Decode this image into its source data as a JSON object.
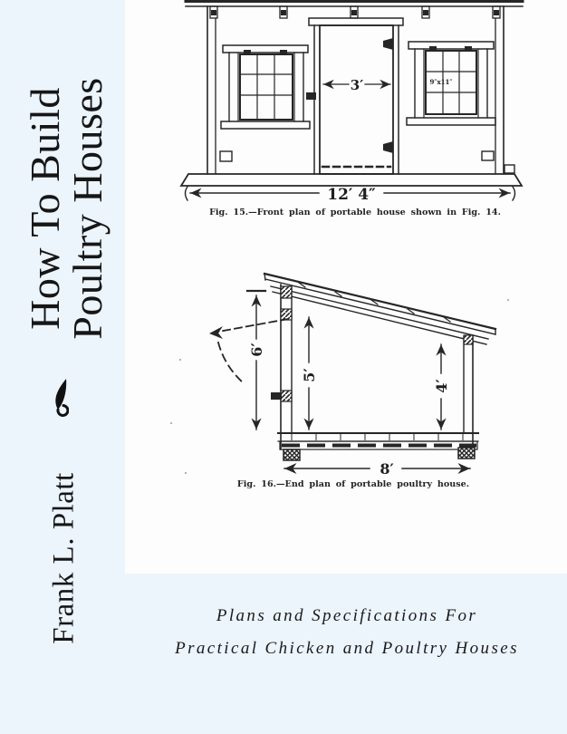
{
  "cover": {
    "background_color": "#ecf4fc",
    "scan_background_color": "#fdfdfe",
    "ink_color": "#262626",
    "title_line1": "How To Build",
    "title_line2": "Poultry Houses",
    "ornament_icon": "fleuron-leaf",
    "author": "Frank L. Platt",
    "subtitle_line1": "Plans and Specifications For",
    "subtitle_line2": "Practical Chicken and Poultry Houses"
  },
  "figure15": {
    "caption": "Fig. 15.—Front plan of portable house shown in Fig. 14.",
    "door_width": "3′",
    "overall_width": "12′ 4″",
    "window_pane_size": "9″x11″"
  },
  "figure16": {
    "caption": "Fig. 16.—End plan of portable poultry house.",
    "front_wall_height": "6′",
    "interior_height": "5′",
    "rear_wall_height": "4′",
    "floor_depth": "8′"
  }
}
